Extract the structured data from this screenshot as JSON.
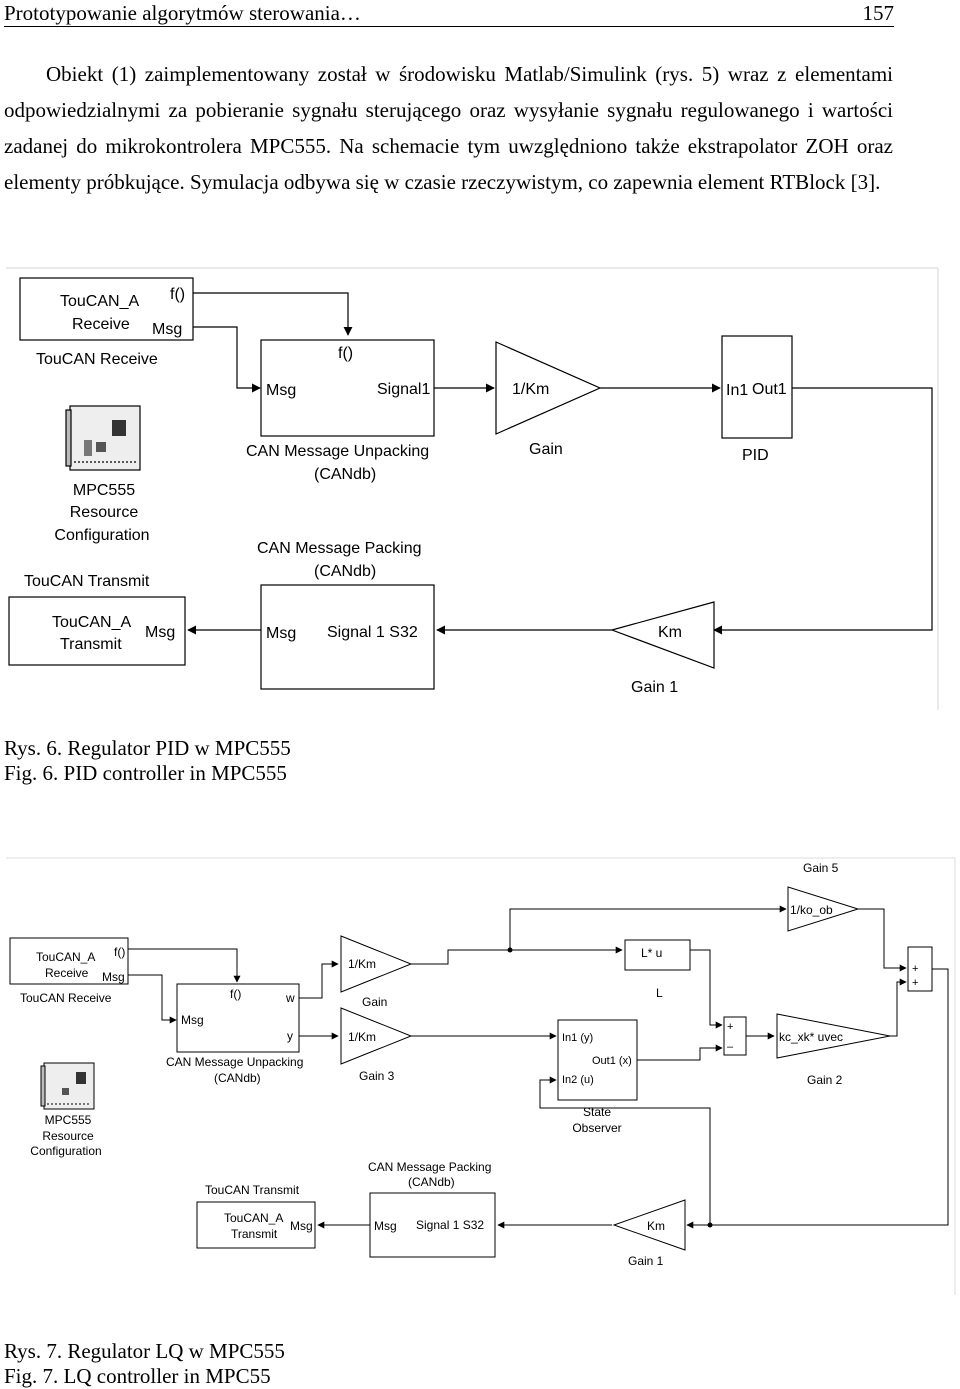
{
  "header": {
    "left": "Prototypowanie algorytmów sterowania…",
    "right": "157"
  },
  "paragraph": "Obiekt (1) zaimplementowany został w środowisku Matlab/Simulink (rys. 5) wraz z elementami odpowiedzialnymi za pobieranie sygnału sterującego oraz wysyłanie sygnału regulowanego i wartości zadanej do mikrokontrolera MPC555. Na schemacie tym uwzględniono także ekstrapolator ZOH oraz elementy próbkujące. Symulacja odbywa się w czasie rzeczywistym, co zapewnia element RTBlock [3].",
  "fig6": {
    "caption_pl": "Rys. 6. Regulator PID w MPC555",
    "caption_en": "Fig. 6. PID controller in MPC555",
    "rx_line1": "TouCAN_A",
    "rx_line2": "Receive",
    "rx_fcall": "f()",
    "rx_msg": "Msg",
    "rx_name": "TouCAN Receive",
    "unpack_fcall": "f()",
    "unpack_in": "Msg",
    "unpack_out": "Signal1",
    "unpack_name1": "CAN Message Unpacking",
    "unpack_name2": "(CANdb)",
    "gain_label": "1/Km",
    "gain_name": "Gain",
    "pid_in": "In1",
    "pid_out": "Out1",
    "pid_name": "PID",
    "mpc_line1": "MPC555",
    "mpc_line2": "Resource",
    "mpc_line3": "Configuration",
    "pack_name1": "CAN Message Packing",
    "pack_name2": "(CANdb)",
    "pack_in": "Msg",
    "pack_out": "Signal 1 S32",
    "tx_name": "TouCAN Transmit",
    "tx_line1": "TouCAN_A",
    "tx_line2": "Transmit",
    "tx_msg": "Msg",
    "gain1_label": "Km",
    "gain1_name": "Gain 1"
  },
  "fig7": {
    "caption_pl": "Rys. 7. Regulator LQ w MPC555",
    "caption_en": "Fig. 7. LQ controller in MPC55",
    "gain5_name": "Gain 5",
    "gain5_label": "1/ko_ob",
    "rx_line1": "TouCAN_A",
    "rx_line2": "Receive",
    "rx_fcall": "f()",
    "rx_msg": "Msg",
    "rx_name": "TouCAN Receive",
    "unpack_fcall": "f()",
    "unpack_in": "Msg",
    "unpack_w": "w",
    "unpack_y": "y",
    "unpack_name1": "CAN Message Unpacking",
    "unpack_name2": "(CANdb)",
    "gain_label": "1/Km",
    "gain_name": "Gain",
    "gain3_label": "1/Km",
    "gain3_name": "Gain 3",
    "l_label": "L* u",
    "l_name": "L",
    "obs_in1": "In1 (y)",
    "obs_in2": "In2 (u)",
    "obs_out": "Out1 (x)",
    "obs_name1": "State",
    "obs_name2": "Observer",
    "sum1_a": "+",
    "sum1_b": "–",
    "gain2_label": "kc_xk* uvec",
    "gain2_name": "Gain 2",
    "sum2_a": "+",
    "sum2_b": "+",
    "mpc_line1": "MPC555",
    "mpc_line2": "Resource",
    "mpc_line3": "Configuration",
    "pack_name1": "CAN Message Packing",
    "pack_name2": "(CANdb)",
    "pack_in": "Msg",
    "pack_out": "Signal 1 S32",
    "tx_name": "TouCAN Transmit",
    "tx_line1": "TouCAN_A",
    "tx_line2": "Transmit",
    "tx_msg": "Msg",
    "gain1_label": "Km",
    "gain1_name": "Gain 1"
  }
}
